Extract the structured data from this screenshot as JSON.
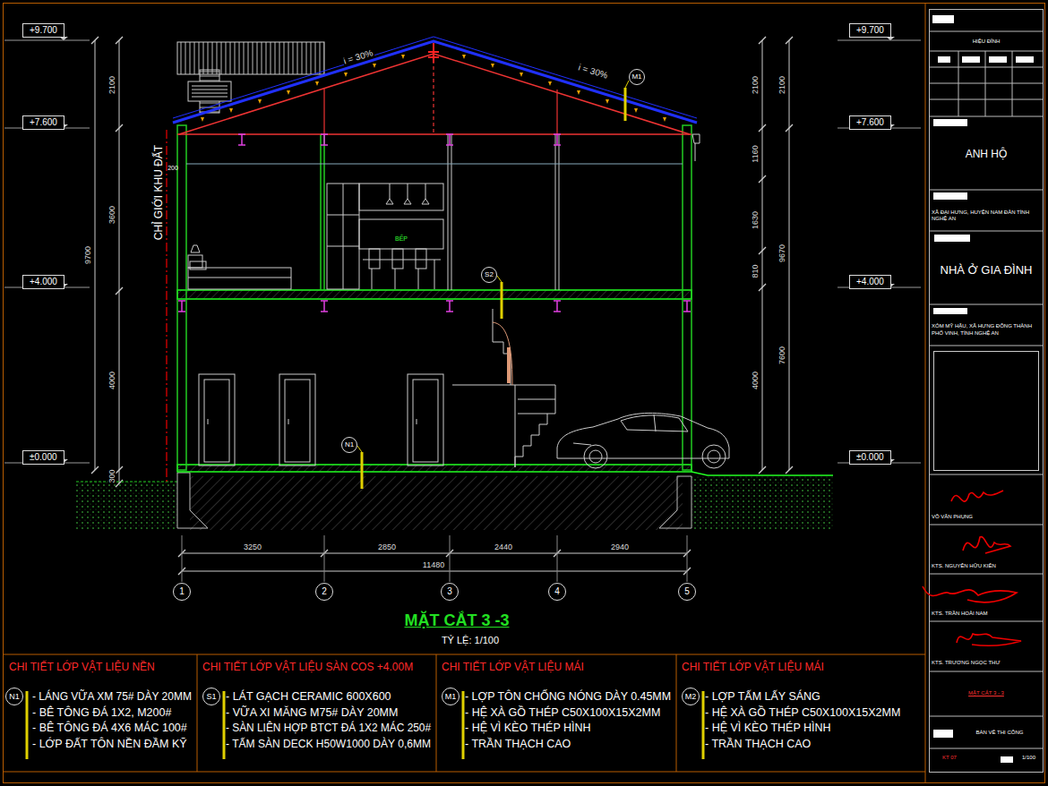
{
  "diagram": {
    "title": "MẶT CẮT 3 -3",
    "caption": "TỶ LỆ: 1/100",
    "nodes": [
      {
        "text": [
          "+9.700"
        ]
      },
      {
        "text": [
          "+9.700"
        ]
      },
      {
        "text": [
          "+7.600"
        ]
      },
      {
        "text": [
          "+7.600"
        ]
      },
      {
        "text": [
          "+4.000"
        ]
      },
      {
        "text": [
          "+4.000"
        ]
      },
      {
        "text": [
          "M1"
        ]
      },
      {
        "text": [
          "S2"
        ]
      },
      {
        "text": [
          "N1"
        ]
      },
      {
        "text": [
          "±0.000"
        ]
      },
      {
        "text": [
          "±0.000"
        ]
      },
      {
        "text": [
          "1"
        ]
      },
      {
        "text": [
          "2"
        ]
      },
      {
        "text": [
          "3"
        ]
      },
      {
        "text": [
          "4"
        ]
      },
      {
        "text": [
          "5"
        ]
      },
      {
        "text": [
          "HIỆU ĐÍNH"
        ]
      },
      {
        "text": [
          "ANH HỘ"
        ]
      },
      {
        "text": [
          "XÃ ĐẠI HƯNG, HUYỆN NAM ĐÀN TỈNH NGHỆ AN"
        ]
      },
      {
        "text": [
          "NHÀ Ở GIA ĐÌNH"
        ]
      },
      {
        "text": [
          "XÓM MỸ HẬU, XÃ HƯNG ĐÔNG THÀNH PHỐ VINH, TỈNH NGHỆ AN"
        ]
      },
      {
        "text": [
          "VÕ VĂN PHỤNG"
        ]
      },
      {
        "text": [
          "KTS. NGUYỄN HỮU KIÊN"
        ]
      },
      {
        "text": [
          "KTS. TRẦN HOÀI NAM"
        ]
      },
      {
        "text": [
          "KTS. TRƯƠNG NGỌC THƯ"
        ]
      },
      {
        "text": [
          "MẶT CẮT 3 - 3"
        ]
      },
      {
        "text": [
          "BẢN VẼ THI CÔNG"
        ]
      },
      {
        "text": [
          "KT 07",
          "1/100"
        ]
      },
      {
        "text": [
          "CHI TIẾT LỚP VẬT LIỆU NỀN",
          "- LÁNG VỮA XM 75# DÀY 20MM",
          "- BÊ TÔNG ĐÁ 1X2, M200#",
          "- BÊ TÔNG ĐÁ 4X6 MÁC 100#",
          "- LỚP ĐẤT TÔN NỀN ĐẦM KỸ"
        ]
      },
      {
        "text": [
          "N1"
        ],
        "in": 28
      },
      {
        "text": [
          "CHI TIẾT LỚP VẬT LIỆU SÀN COS +4.00M",
          "- LÁT GẠCH CERAMIC 600X600",
          "- VỮA XI MĂNG M75# DÀY 20MM",
          "- SÀN LIÊN HỢP BTCT ĐÁ 1X2 MÁC 250#",
          "- TẤM SÀN DECK H50W1000 DÀY 0,6MM"
        ]
      },
      {
        "text": [
          "S1"
        ],
        "in": 30
      },
      {
        "text": [
          "CHI TIẾT LỚP VẬT LIỆU MÁI",
          "- LỢP TÔN CHỐNG NÓNG DÀY 0.45MM",
          "- HỆ XÀ GỒ THÉP C50X100X15X2MM",
          "- HỆ VÌ KÈO THÉP HÌNH",
          "- TRẦN THẠCH CAO"
        ]
      },
      {
        "text": [
          "M1"
        ],
        "in": 32
      },
      {
        "text": [
          "CHI TIẾT LỚP VẬT LIỆU MÁI",
          "- LỢP TẤM LẤY SÁNG",
          "- HỆ XÀ GỒ THÉP C50X100X15X2MM",
          "- HỆ VÌ KÈO THÉP HÌNH",
          "- TRẦN THẠCH CAO"
        ]
      },
      {
        "text": [
          "M2"
        ],
        "in": 34
      }
    ],
    "labels": [
      "CHỈ GIỚI KHU ĐẤT",
      "i = 30%",
      "i = 30%",
      "200",
      "BẾP",
      "2100",
      "3600",
      "9700",
      "4000",
      "300",
      "2100",
      "1160",
      "1630",
      "810",
      "4000",
      "2100",
      "9670",
      "7600",
      "3250",
      "2850",
      "2440",
      "2940",
      "11480"
    ]
  }
}
